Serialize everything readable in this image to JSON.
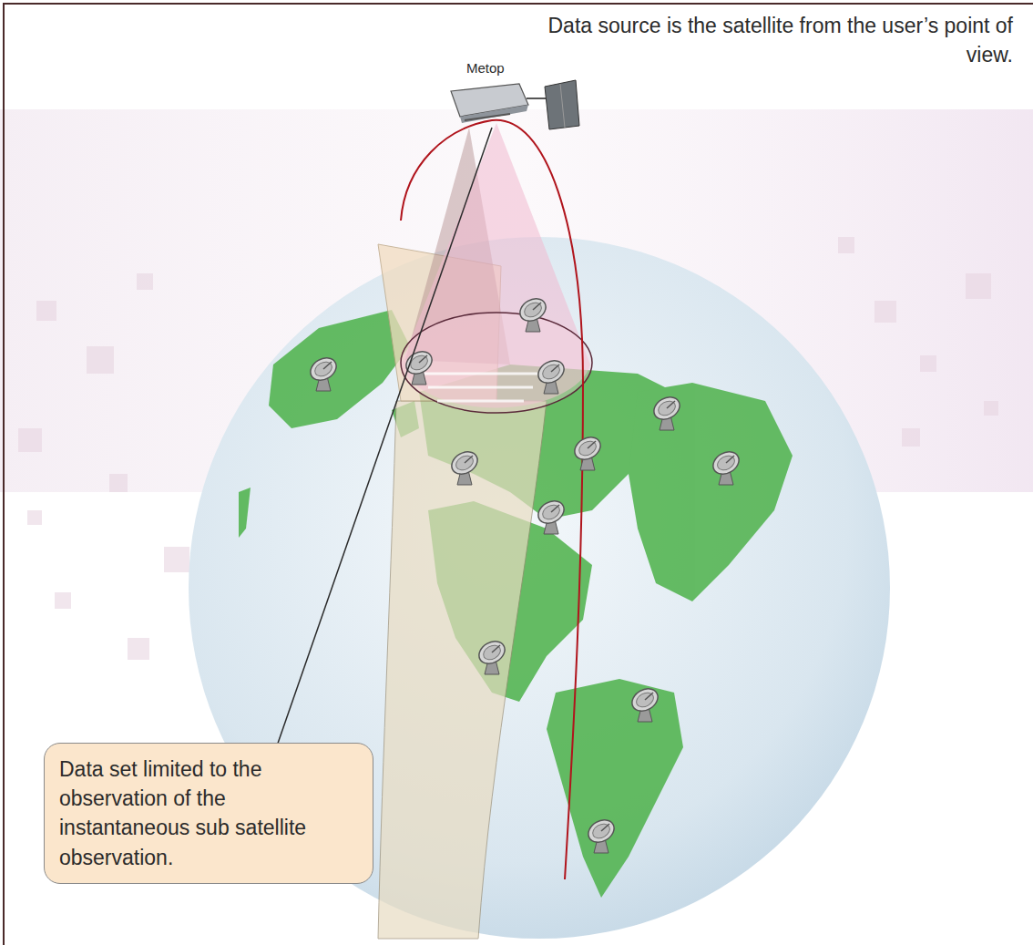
{
  "diagram": {
    "nodes": [
      {
        "text": [
          "Data set limited to the observation of the instantaneous sub satellite observation."
        ]
      }
    ],
    "labels": [
      "Metop",
      "Data source is the satellite from the user’s point of view."
    ]
  }
}
